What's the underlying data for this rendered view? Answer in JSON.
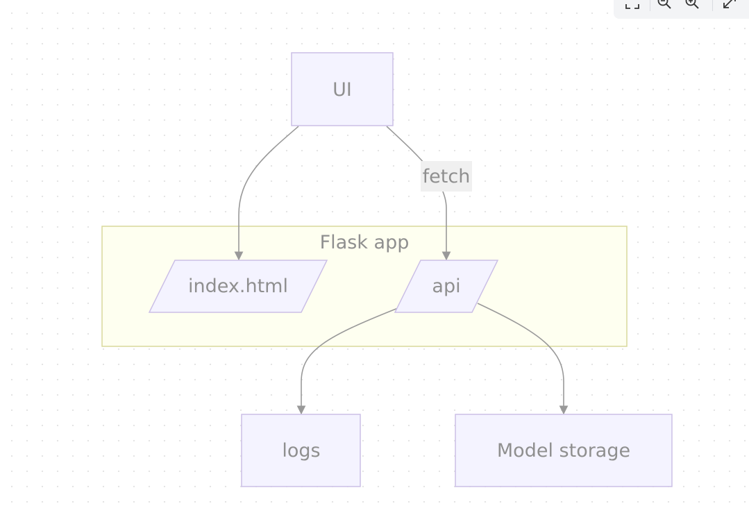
{
  "diagram": {
    "type": "flowchart",
    "colors": {
      "node_fill": "#f4f3ff",
      "node_stroke": "#cbbfe6",
      "cluster_fill": "#fefff0",
      "cluster_stroke": "#d9d99a",
      "edge": "#999999",
      "text": "#8f8f8f",
      "edge_label_bg": "#f0f0f0"
    },
    "nodes": {
      "ui": {
        "label": "UI",
        "shape": "rectangle"
      },
      "index": {
        "label": "index.html",
        "shape": "parallelogram"
      },
      "api": {
        "label": "api",
        "shape": "parallelogram"
      },
      "logs": {
        "label": "logs",
        "shape": "rectangle"
      },
      "storage": {
        "label": "Model storage",
        "shape": "rectangle"
      }
    },
    "cluster": {
      "label": "Flask app"
    },
    "edges": [
      {
        "from": "UI",
        "to": "index.html",
        "label": ""
      },
      {
        "from": "UI",
        "to": "api",
        "label": "fetch"
      },
      {
        "from": "api",
        "to": "logs",
        "label": ""
      },
      {
        "from": "api",
        "to": "Model storage",
        "label": ""
      }
    ]
  },
  "toolbar": {
    "buttons": [
      {
        "icon": "fit-screen-icon"
      },
      {
        "icon": "zoom-out-icon"
      },
      {
        "icon": "zoom-in-icon"
      },
      {
        "icon": "expand-icon"
      }
    ]
  }
}
